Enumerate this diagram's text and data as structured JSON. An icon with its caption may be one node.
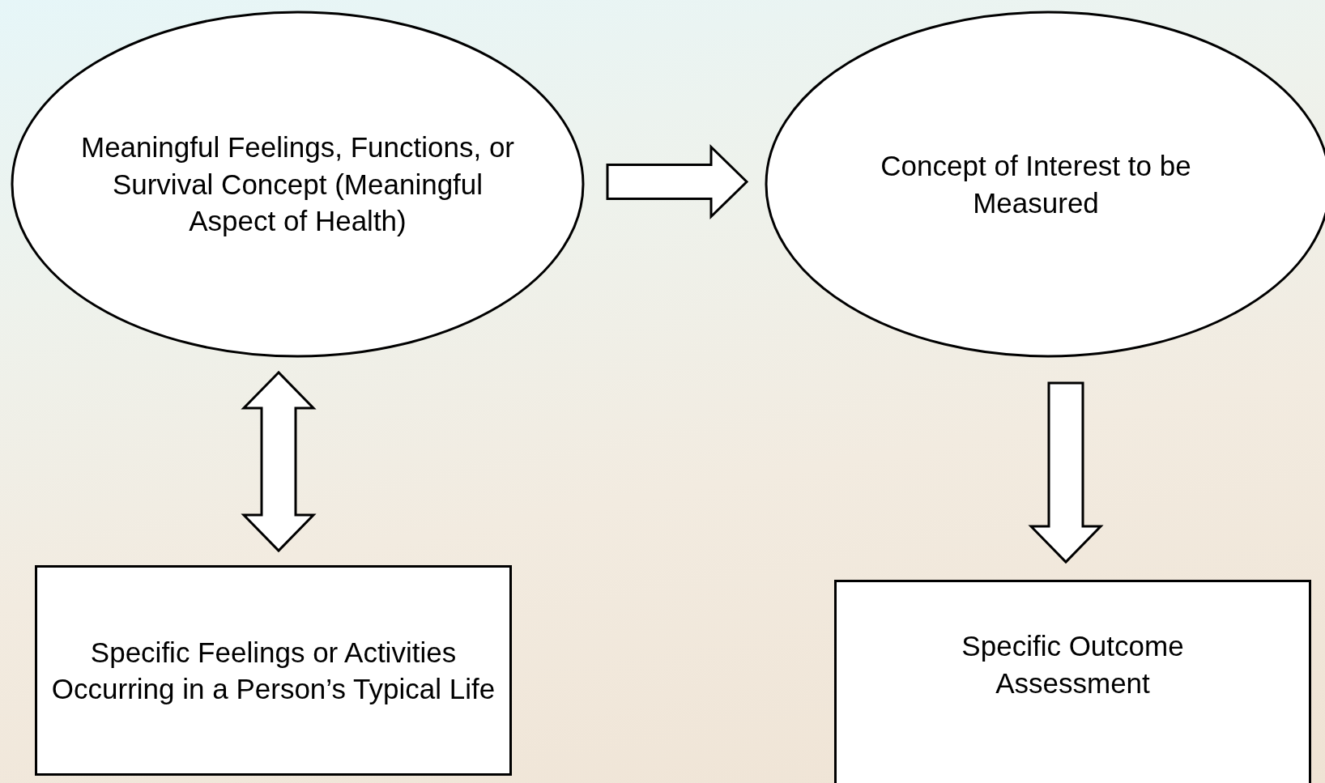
{
  "diagram": {
    "nodes": [
      {
        "text": [
          "Meaningful Feelings, Functions, or Survival Concept (Meaningful Aspect of Health)"
        ]
      },
      {
        "text": [
          "Concept of Interest to be Measured"
        ]
      },
      {
        "text": [
          "Specific Feelings or Activities Occurring in a Person’s Typical Life"
        ]
      },
      {
        "text": [
          "Specific Outcome Assessment"
        ]
      }
    ],
    "edges": [
      {
        "from": 0,
        "to": 1,
        "arrow": "to"
      },
      {
        "from": 0,
        "to": 2,
        "arrow": "both"
      },
      {
        "from": 1,
        "to": 3,
        "arrow": "to"
      }
    ]
  }
}
